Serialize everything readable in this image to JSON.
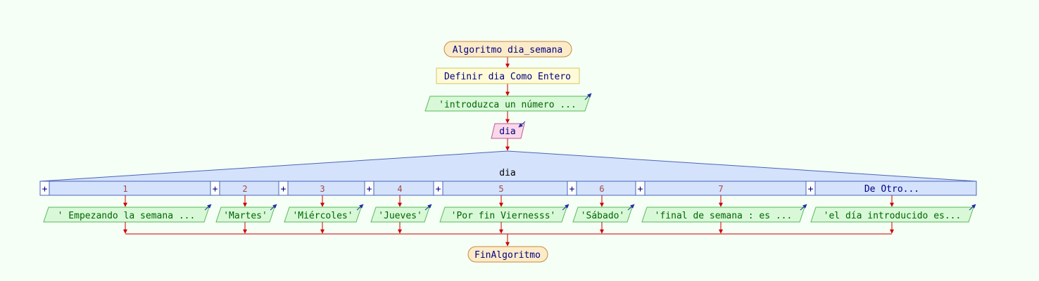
{
  "start": {
    "label": "Algoritmo dia_semana"
  },
  "define": {
    "label": "Definir dia Como Entero"
  },
  "prompt": {
    "label": "'introduzca un número ..."
  },
  "read": {
    "label": "dia"
  },
  "switch": {
    "variable": "dia",
    "plus_glyph": "+",
    "cases": [
      {
        "value": "1",
        "output": "' Empezando la semana ..."
      },
      {
        "value": "2",
        "output": "'Martes'"
      },
      {
        "value": "3",
        "output": "'Miércoles'"
      },
      {
        "value": "4",
        "output": "'Jueves'"
      },
      {
        "value": "5",
        "output": "'Por fin Viernesss'"
      },
      {
        "value": "6",
        "output": "'Sábado'"
      },
      {
        "value": "7",
        "output": "'final de semana : es ..."
      },
      {
        "value": "De Otro...",
        "output": "'el día introducido es..."
      }
    ]
  },
  "end": {
    "label": "FinAlgoritmo"
  },
  "colors": {
    "background": "#f5fff5",
    "arrow": "#cc0000",
    "terminal_fill": "#fcebc9",
    "terminal_stroke": "#c8893a",
    "process_fill": "#fffbd8",
    "process_stroke": "#d4c468",
    "output_fill": "#d8f8d8",
    "output_stroke": "#58b858",
    "output_text": "#006600",
    "input_fill": "#fad8ea",
    "input_stroke": "#c05890",
    "switch_fill": "#d4e2fc",
    "switch_stroke": "#4a64b8",
    "keyword_text": "#000080",
    "case_value_text": "#a04848",
    "io_arrow": "#2030a0"
  }
}
